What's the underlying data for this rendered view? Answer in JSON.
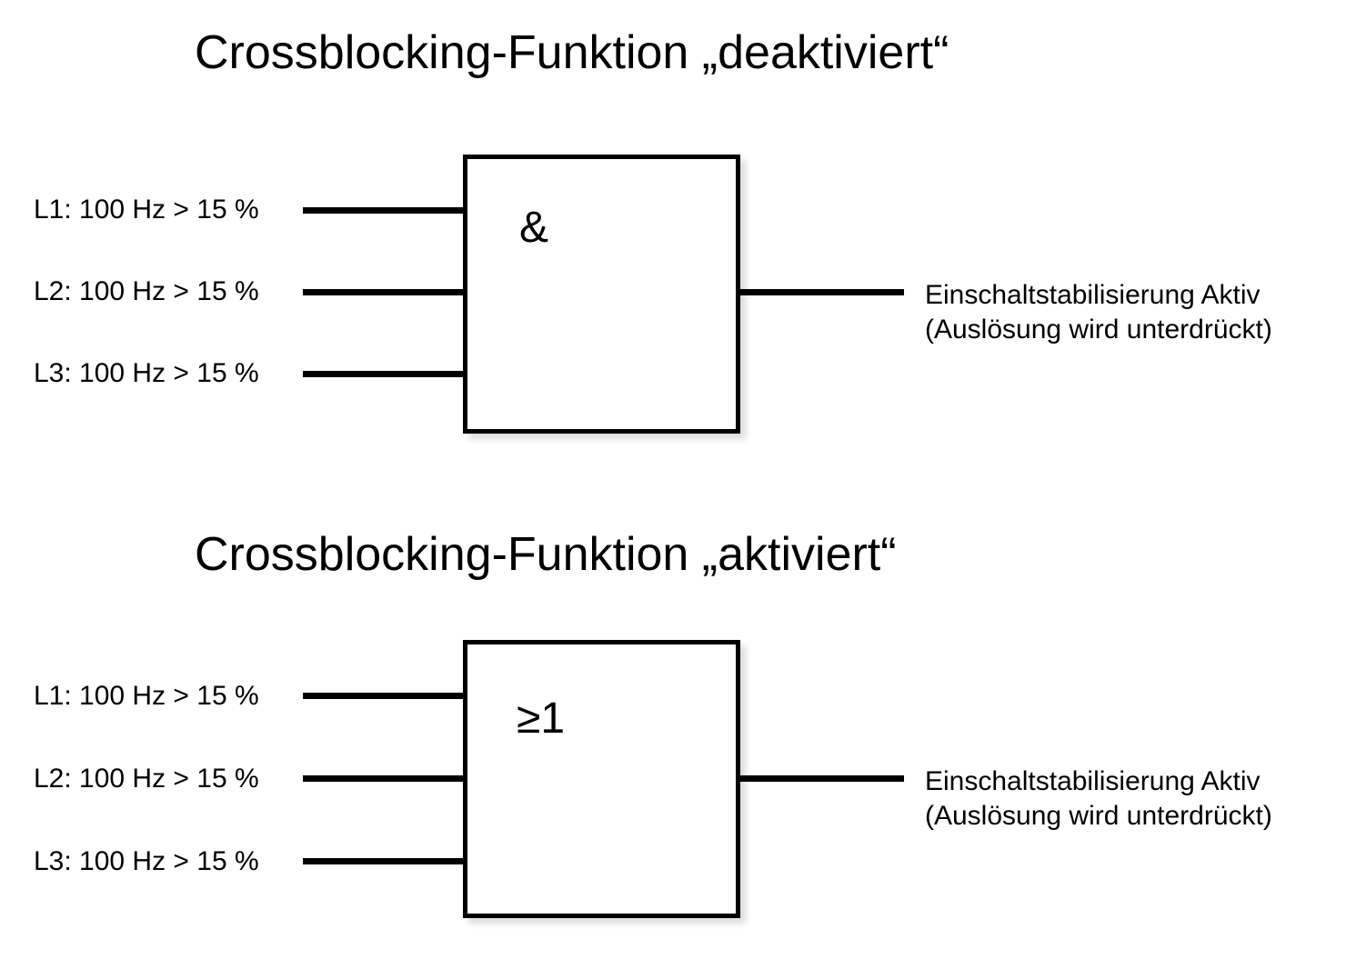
{
  "page": {
    "background_color": "#ffffff",
    "line_color": "#000000",
    "text_color": "#000000"
  },
  "diagrams": [
    {
      "title": "Crossblocking-Funktion „deaktiviert“",
      "gate": {
        "symbol": "&",
        "type": "AND"
      },
      "inputs": [
        "L1: 100 Hz > 15 %",
        "L2: 100 Hz > 15 %",
        "L3: 100 Hz > 15 %"
      ],
      "output": {
        "line1": "Einschaltstabilisierung Aktiv",
        "line2": "(Auslösung wird unterdrückt)"
      }
    },
    {
      "title": "Crossblocking-Funktion „aktiviert“",
      "gate": {
        "symbol": "≥1",
        "type": "OR"
      },
      "inputs": [
        "L1: 100 Hz > 15 %",
        "L2: 100 Hz > 15 %",
        "L3: 100 Hz > 15 %"
      ],
      "output": {
        "line1": "Einschaltstabilisierung Aktiv",
        "line2": "(Auslösung wird unterdrückt)"
      }
    }
  ]
}
